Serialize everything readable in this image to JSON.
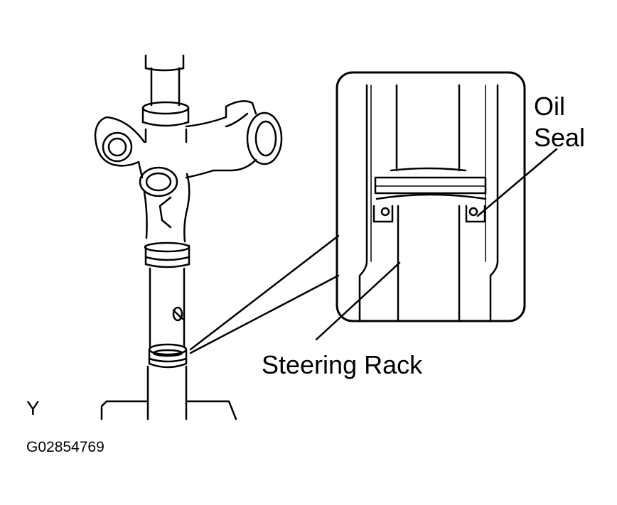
{
  "labels": {
    "oil_seal_line1": "Oil",
    "oil_seal_line2": "Seal",
    "steering_rack": "Steering Rack",
    "marker": "Y",
    "figure_code": "G02854769"
  },
  "colors": {
    "ink": "#000000",
    "paper": "#ffffff"
  }
}
